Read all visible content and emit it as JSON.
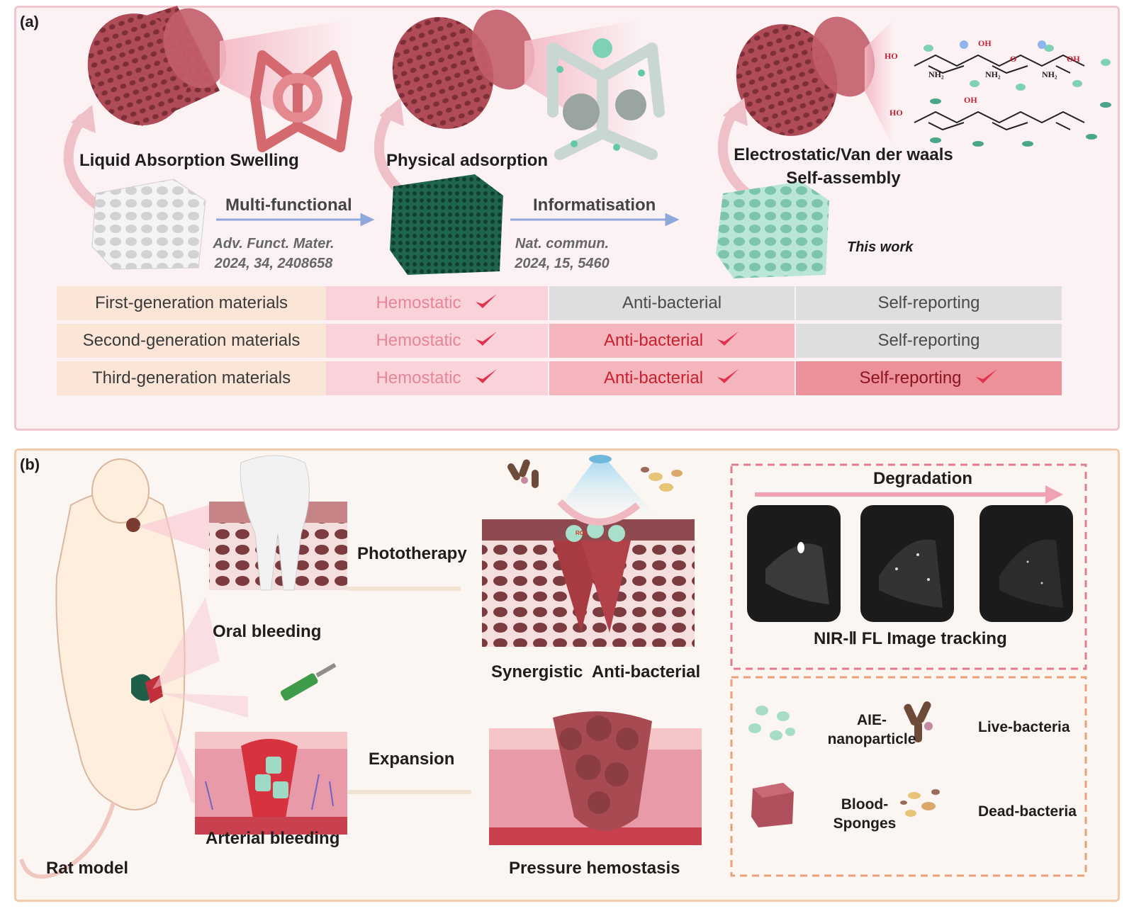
{
  "panel_a": {
    "label": "(a)",
    "mechanisms": [
      "Liquid Absorption Swelling",
      "Physical adsorption",
      "Electrostatic/Van der waals",
      "Self-assembly"
    ],
    "arrows": [
      "Multi-functional",
      "Informatisation"
    ],
    "citations": [
      {
        "line1": "Adv. Funct. Mater.",
        "line2": "2024, 34, 2408658"
      },
      {
        "line1": "Nat. commun.",
        "line2": "2024, 15, 5460"
      }
    ],
    "this_work": "This work",
    "chem_labels": [
      "OH",
      "HO",
      "HO",
      "NH₂",
      "OH",
      "NH₂",
      "O",
      "NH₂",
      "OH"
    ],
    "table": {
      "rows": [
        {
          "label": "First-generation materials",
          "cells": [
            "Hemostatic",
            "Anti-bacterial",
            "Self-reporting"
          ],
          "checks": [
            true,
            false,
            false
          ]
        },
        {
          "label": "Second-generation materials",
          "cells": [
            "Hemostatic",
            "Anti-bacterial",
            "Self-reporting"
          ],
          "checks": [
            true,
            true,
            false
          ]
        },
        {
          "label": "Third-generation materials",
          "cells": [
            "Hemostatic",
            "Anti-bacterial",
            "Self-reporting"
          ],
          "checks": [
            true,
            true,
            true
          ]
        }
      ]
    }
  },
  "panel_b": {
    "label": "(b)",
    "rat_model": "Rat model",
    "oral_bleeding": "Oral bleeding",
    "arterial_bleeding": "Arterial bleeding",
    "phototherapy": "Phototherapy",
    "expansion": "Expansion",
    "synergistic": "Synergistic  Anti-bacterial",
    "pressure": "Pressure hemostasis",
    "degradation": "Degradation",
    "nir_caption": "NIR-Ⅱ FL Image tracking",
    "ros": "ROS",
    "legend": {
      "aie_1": "AIE-",
      "aie_2": "nanoparticle",
      "live": "Live-bacteria",
      "blood_1": "Blood-",
      "blood_2": "Sponges",
      "dead": "Dead-bacteria"
    }
  },
  "colors": {
    "panel_a_border": "#f2c6cf",
    "panel_b_border": "#f3ccae",
    "sponge_red": "#b85561",
    "sponge_green": "#1f5e48",
    "sponge_teal": "#a7dcc9",
    "check_red": "#e0334f",
    "arrow_blue": "#8fa8dc"
  }
}
